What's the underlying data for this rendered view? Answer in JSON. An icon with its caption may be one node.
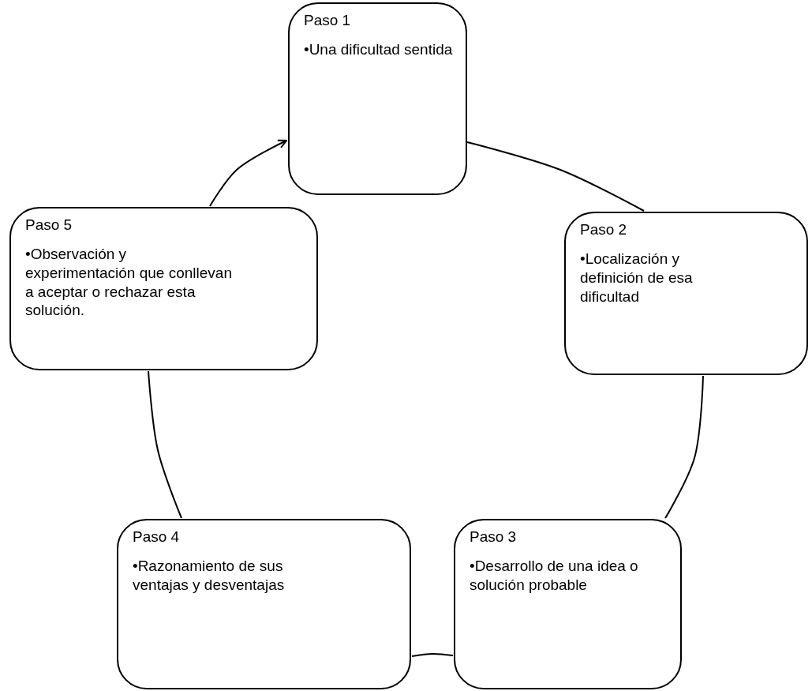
{
  "diagram": {
    "nodes": [
      {
        "text": [
          "Paso 1",
          "•Una dificultad sentida"
        ]
      },
      {
        "text": [
          "Paso 2",
          "•Localización y definición de esa dificultad"
        ]
      },
      {
        "text": [
          "Paso 3",
          "•Desarrollo de una idea o solución probable"
        ]
      },
      {
        "text": [
          "Paso 4",
          "•Razonamiento de sus ventajas y desventajas"
        ]
      },
      {
        "text": [
          "Paso 5",
          "•Observación y experimentación que conllevan a aceptar o rechazar esta solución."
        ]
      }
    ],
    "edges": [
      {
        "from": 0,
        "to": 1,
        "arrow": "none"
      },
      {
        "from": 1,
        "to": 2,
        "arrow": "none"
      },
      {
        "from": 2,
        "to": 3,
        "arrow": "none"
      },
      {
        "from": 3,
        "to": 4,
        "arrow": "none"
      },
      {
        "from": 4,
        "to": 0,
        "arrow": "to"
      }
    ]
  }
}
